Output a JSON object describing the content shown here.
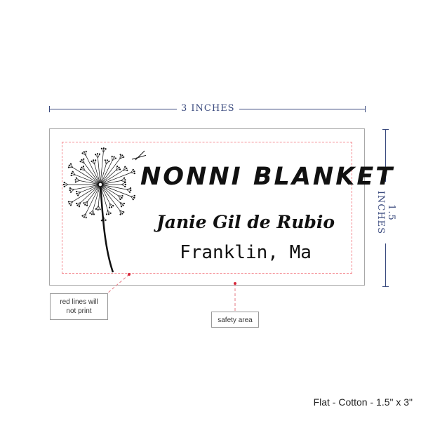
{
  "dimensions": {
    "width_label": "3 INCHES",
    "height_label": "1.5 INCHES"
  },
  "label": {
    "line1": "NONNI BLANKET",
    "line2": "Janie Gil de Rubio",
    "line3": "Franklin, Ma",
    "graphic": "dandelion-icon"
  },
  "notes": {
    "red_lines": "red lines will not print",
    "safety_area": "safety area"
  },
  "caption": "Flat - Cotton - 1.5\" x 3\"",
  "colors": {
    "dimension": "#3a4a7e",
    "safety_line": "#f4888f",
    "marker": "#d6283b"
  }
}
